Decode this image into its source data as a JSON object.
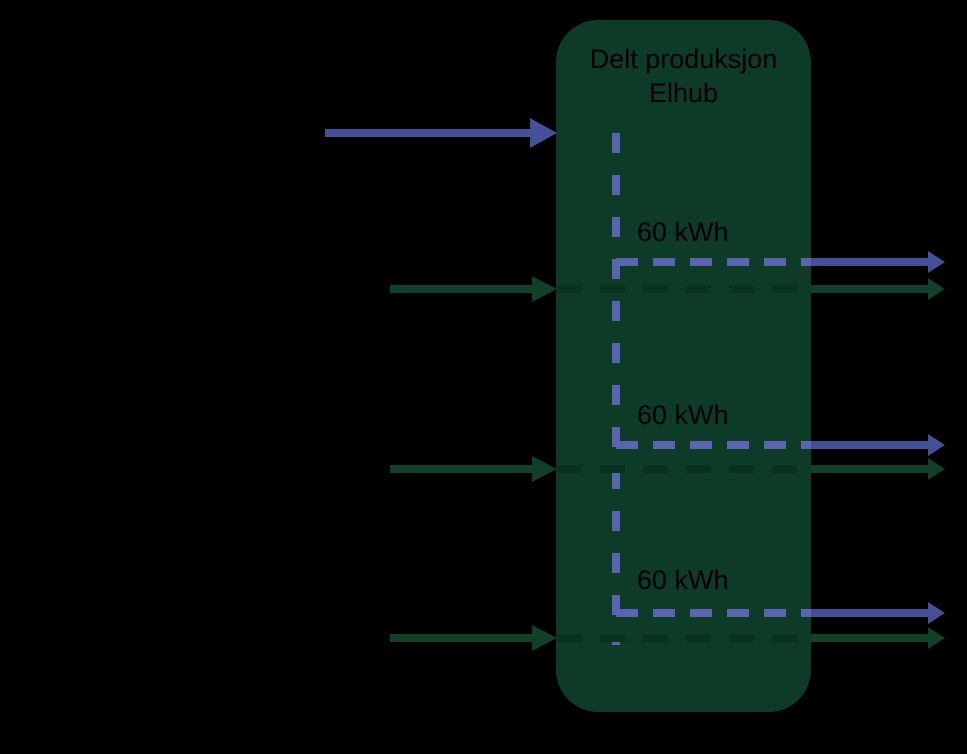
{
  "colors": {
    "background": "#000000",
    "box_fill": "#0E3A28",
    "title_text": "#000000",
    "label_text": "#000000",
    "blue_solid": "#465096",
    "blue_dash": "#5A64AF",
    "green_solid": "#123F28",
    "green_dash": "#0A3220"
  },
  "box": {
    "title_line1": "Delt produksjon",
    "title_line2": "Elhub"
  },
  "labels": {
    "row1": "60 kWh",
    "row2": "60 kWh",
    "row3": "60 kWh"
  }
}
